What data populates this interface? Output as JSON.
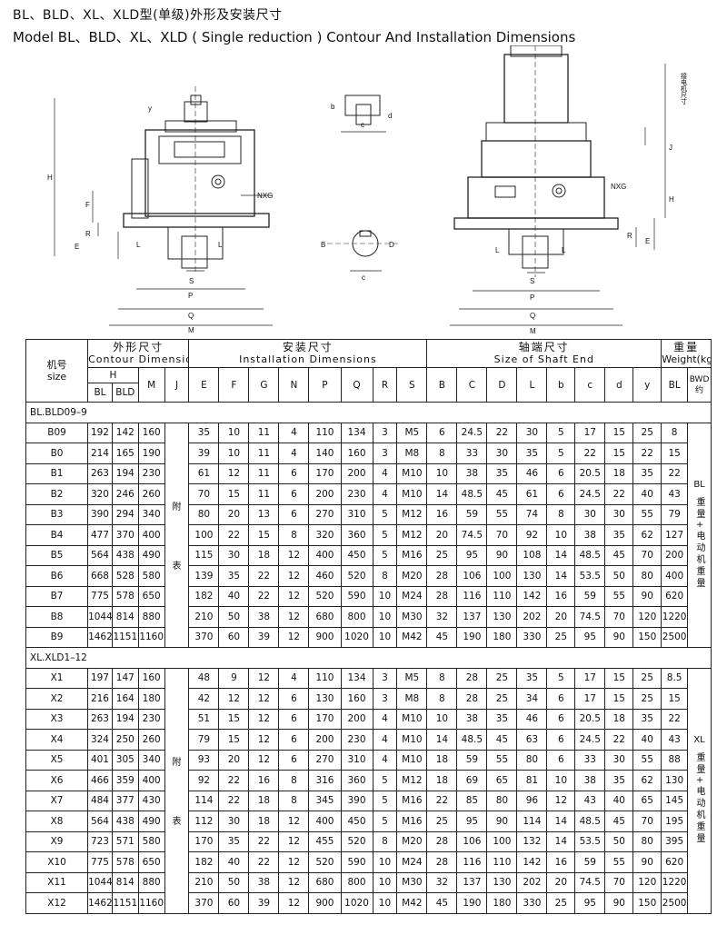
{
  "title_cn": "BL、BLD、XL、XLD型(单级)外形及安装尺寸",
  "title_en": "Model BL、BLD、XL、XLD ( Single reduction ) Contour And Installation Dimensions",
  "drawing_labels": {
    "H": "H",
    "E": "E",
    "R": "R",
    "F": "F",
    "NXG": "NXG",
    "S": "S",
    "P": "P",
    "Q": "Q",
    "M": "M",
    "y": "y",
    "b": "b",
    "c": "c",
    "d": "d",
    "B": "B",
    "D": "D",
    "L": "L",
    "J": "J",
    "motor": "接电机尺寸"
  },
  "header": {
    "model_cn": "机号",
    "model_en": "size",
    "contour_cn": "外形尺寸",
    "contour_en": "Contour Dimensions",
    "install_cn": "安装尺寸",
    "install_en": "Installation Dimensions",
    "shaft_cn": "轴端尺寸",
    "shaft_en": "Size of Shaft End",
    "weight_cn": "重量",
    "weight_en": "Weight(kg)",
    "H": "H",
    "BL": "BL",
    "BLD": "BLD",
    "cols": [
      "M",
      "J",
      "E",
      "F",
      "G",
      "N",
      "P",
      "Q",
      "R",
      "S",
      "B",
      "C",
      "D",
      "L",
      "b",
      "c",
      "d",
      "y"
    ],
    "w_bl": "BL",
    "w_bwd": "BWD约"
  },
  "sections": [
    {
      "name": "BL.BLD09–9",
      "j_note": [
        "附",
        "表"
      ],
      "weight_note": [
        "BL",
        "重量+电动机重量"
      ],
      "rows": [
        [
          "B09",
          "192",
          "142",
          "160",
          "35",
          "10",
          "11",
          "4",
          "110",
          "134",
          "3",
          "M5",
          "6",
          "24.5",
          "22",
          "30",
          "5",
          "17",
          "15",
          "25",
          "8"
        ],
        [
          "B0",
          "214",
          "165",
          "190",
          "39",
          "10",
          "11",
          "4",
          "140",
          "160",
          "3",
          "M8",
          "8",
          "33",
          "30",
          "35",
          "5",
          "22",
          "15",
          "22",
          "15"
        ],
        [
          "B1",
          "263",
          "194",
          "230",
          "61",
          "12",
          "11",
          "6",
          "170",
          "200",
          "4",
          "M10",
          "10",
          "38",
          "35",
          "46",
          "6",
          "20.5",
          "18",
          "35",
          "22"
        ],
        [
          "B2",
          "320",
          "246",
          "260",
          "70",
          "15",
          "11",
          "6",
          "200",
          "230",
          "4",
          "M10",
          "14",
          "48.5",
          "45",
          "61",
          "6",
          "24.5",
          "22",
          "40",
          "43"
        ],
        [
          "B3",
          "390",
          "294",
          "340",
          "80",
          "20",
          "13",
          "6",
          "270",
          "310",
          "5",
          "M12",
          "16",
          "59",
          "55",
          "74",
          "8",
          "30",
          "30",
          "55",
          "79"
        ],
        [
          "B4",
          "477",
          "370",
          "400",
          "100",
          "22",
          "15",
          "8",
          "320",
          "360",
          "5",
          "M12",
          "20",
          "74.5",
          "70",
          "92",
          "10",
          "38",
          "35",
          "62",
          "127"
        ],
        [
          "B5",
          "564",
          "438",
          "490",
          "115",
          "30",
          "18",
          "12",
          "400",
          "450",
          "5",
          "M16",
          "25",
          "95",
          "90",
          "108",
          "14",
          "48.5",
          "45",
          "70",
          "200"
        ],
        [
          "B6",
          "668",
          "528",
          "580",
          "139",
          "35",
          "22",
          "12",
          "460",
          "520",
          "8",
          "M20",
          "28",
          "106",
          "100",
          "130",
          "14",
          "53.5",
          "50",
          "80",
          "400"
        ],
        [
          "B7",
          "775",
          "578",
          "650",
          "182",
          "40",
          "22",
          "12",
          "520",
          "590",
          "10",
          "M24",
          "28",
          "116",
          "110",
          "142",
          "16",
          "59",
          "55",
          "90",
          "620"
        ],
        [
          "B8",
          "1044",
          "814",
          "880",
          "210",
          "50",
          "38",
          "12",
          "680",
          "800",
          "10",
          "M30",
          "32",
          "137",
          "130",
          "202",
          "20",
          "74.5",
          "70",
          "120",
          "1220"
        ],
        [
          "B9",
          "1462",
          "1151",
          "1160",
          "370",
          "60",
          "39",
          "12",
          "900",
          "1020",
          "10",
          "M42",
          "45",
          "190",
          "180",
          "330",
          "25",
          "95",
          "90",
          "150",
          "2500"
        ]
      ]
    },
    {
      "name": "XL.XLD1–12",
      "j_note": [
        "附",
        "表"
      ],
      "weight_note": [
        "XL",
        "重量+电动机重量"
      ],
      "rows": [
        [
          "X1",
          "197",
          "147",
          "160",
          "48",
          "9",
          "12",
          "4",
          "110",
          "134",
          "3",
          "M5",
          "8",
          "28",
          "25",
          "35",
          "5",
          "17",
          "15",
          "25",
          "8.5"
        ],
        [
          "X2",
          "216",
          "164",
          "180",
          "42",
          "12",
          "12",
          "6",
          "130",
          "160",
          "3",
          "M8",
          "8",
          "28",
          "25",
          "34",
          "6",
          "17",
          "15",
          "25",
          "15"
        ],
        [
          "X3",
          "263",
          "194",
          "230",
          "51",
          "15",
          "12",
          "6",
          "170",
          "200",
          "4",
          "M10",
          "10",
          "38",
          "35",
          "46",
          "6",
          "20.5",
          "18",
          "35",
          "22"
        ],
        [
          "X4",
          "324",
          "250",
          "260",
          "79",
          "15",
          "12",
          "6",
          "200",
          "230",
          "4",
          "M10",
          "14",
          "48.5",
          "45",
          "63",
          "6",
          "24.5",
          "22",
          "40",
          "43"
        ],
        [
          "X5",
          "401",
          "305",
          "340",
          "93",
          "20",
          "12",
          "6",
          "270",
          "310",
          "4",
          "M10",
          "18",
          "59",
          "55",
          "80",
          "6",
          "33",
          "30",
          "55",
          "88"
        ],
        [
          "X6",
          "466",
          "359",
          "400",
          "92",
          "22",
          "16",
          "8",
          "316",
          "360",
          "5",
          "M12",
          "18",
          "69",
          "65",
          "81",
          "10",
          "38",
          "35",
          "62",
          "130"
        ],
        [
          "X7",
          "484",
          "377",
          "430",
          "114",
          "22",
          "18",
          "8",
          "345",
          "390",
          "5",
          "M16",
          "22",
          "85",
          "80",
          "96",
          "12",
          "43",
          "40",
          "65",
          "145"
        ],
        [
          "X8",
          "564",
          "438",
          "490",
          "112",
          "30",
          "18",
          "12",
          "400",
          "450",
          "5",
          "M16",
          "25",
          "95",
          "90",
          "114",
          "14",
          "48.5",
          "45",
          "70",
          "195"
        ],
        [
          "X9",
          "723",
          "571",
          "580",
          "170",
          "35",
          "22",
          "12",
          "455",
          "520",
          "8",
          "M20",
          "28",
          "106",
          "100",
          "132",
          "14",
          "53.5",
          "50",
          "80",
          "395"
        ],
        [
          "X10",
          "775",
          "578",
          "650",
          "182",
          "40",
          "22",
          "12",
          "520",
          "590",
          "10",
          "M24",
          "28",
          "116",
          "110",
          "142",
          "16",
          "59",
          "55",
          "90",
          "620"
        ],
        [
          "X11",
          "1044",
          "814",
          "880",
          "210",
          "50",
          "38",
          "12",
          "680",
          "800",
          "10",
          "M30",
          "32",
          "137",
          "130",
          "202",
          "20",
          "74.5",
          "70",
          "120",
          "1220"
        ],
        [
          "X12",
          "1462",
          "1151",
          "1160",
          "370",
          "60",
          "39",
          "12",
          "900",
          "1020",
          "10",
          "M42",
          "45",
          "190",
          "180",
          "330",
          "25",
          "95",
          "90",
          "150",
          "2500"
        ]
      ]
    }
  ]
}
